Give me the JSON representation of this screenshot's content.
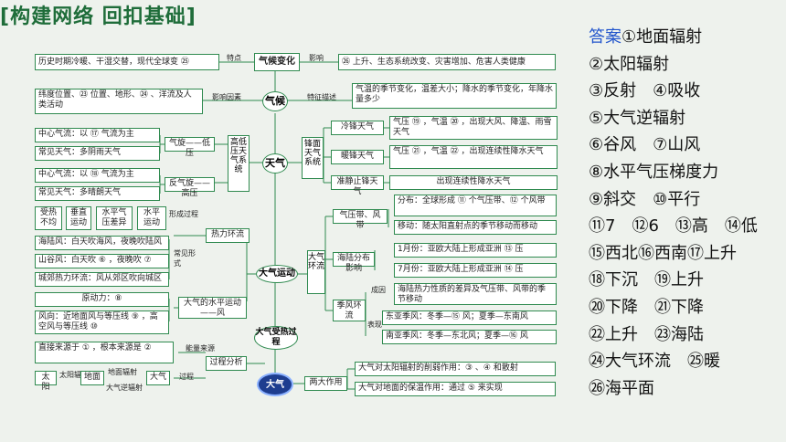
{
  "title": "构建网络 回扣基础",
  "title_bracket_left": "[",
  "title_bracket_right": "]",
  "center": "大气",
  "hubs": {
    "climate": "气候",
    "weather": "天气",
    "circulation": "大气运动",
    "heating": "大气受热过程"
  },
  "climate_change": {
    "title": "气候变化",
    "left": "历史时期冷暖、干湿交替，现代全球变 ㉕",
    "left_label": "特点",
    "right_label": "影响",
    "right": "㉖ 上升、生态系统改变、灾害增加、危害人类健康"
  },
  "climate_factors": {
    "left": "纬度位置、㉓ 位置、地形、㉔ 、洋流及人类活动",
    "left_label": "影响因素",
    "right_label": "特征描述",
    "right": "气温的季节变化，温差大小；降水的季节变化，年降水量多少"
  },
  "weather": {
    "pressure_system": "高低压天气系统",
    "cyclone": "气旋——低压",
    "anticyclone": "反气旋——高压",
    "c1": "中心气流：以 ⑰ 气流为主",
    "c2": "常见天气：多阴雨天气",
    "c3": "中心气流：以 ⑱ 气流为主",
    "c4": "常见天气：多晴朗天气",
    "front_system": "锋面天气系统",
    "cold": "冷锋天气",
    "cold_desc": "气压 ⑲ ，气温 ⑳ ，出现大风、降温、雨雪天气",
    "warm": "暖锋天气",
    "warm_desc": "气压 ㉑ ，气温 ㉒ ，出现连续性降水天气",
    "stationary": "准静止锋天气",
    "stationary_desc": "出现连续性降水天气"
  },
  "circulation": {
    "thermal": "热力环流",
    "formation": "形成过程",
    "common": "常见形式",
    "chain": [
      "受热不均",
      "垂直运动",
      "水平气压差异",
      "水平运动"
    ],
    "f1": "海陆风：白天吹海风，夜晚吹陆风",
    "f2": "山谷风：白天吹 ⑥ ，夜晚吹 ⑦",
    "f3": "城郊热力环流：风从郊区吹向城区",
    "horizontal": "大气的水平运动——风",
    "force": "原动力：⑧",
    "wind": "风向：近地面风与等压线 ⑨ ，高空风与等压线 ⑩",
    "general": "大气环流",
    "belts": "气压带、风带",
    "belt_desc1": "分布：全球形成 ⑪ 个气压带、⑫ 个风带",
    "belt_desc2": "移动：随太阳直射点的季节移动而移动",
    "sea_land": "海陆分布影响",
    "jan": "1月份：亚欧大陆上形成亚洲 ⑬ 压",
    "jul": "7月份：亚欧大陆上形成亚洲 ⑭ 压",
    "monsoon": "季风环流",
    "cause": "成因",
    "cause_desc": "海陆热力性质的差异及气压带、风带的季节移动",
    "perf": "表现",
    "east": "东亚季风：冬季—⑮ 风；夏季—东南风",
    "south": "南亚季风：冬季—东北风；夏季—⑯ 风"
  },
  "heating": {
    "process": "过程分析",
    "energy": "能量来源",
    "direct": "直接来源于 ① ，根本来源是 ②",
    "process_label": "过程",
    "sun": "太阳",
    "sun_rad": "太阳辐射",
    "ground": "地面",
    "ground_rad": "地面辐射",
    "atm": "大气",
    "back_rad": "大气逆辐射",
    "two": "两大作用",
    "weaken": "大气对太阳辐射的削弱作用：③ 、④ 和散射",
    "keep": "大气对地面的保温作用：通过 ⑤ 来实现"
  },
  "answers": {
    "head": "答案",
    "lines": [
      "①地面辐射",
      "②太阳辐射",
      "③反射　④吸收",
      "⑤大气逆辐射",
      "⑥谷风　⑦山风",
      "⑧水平气压梯度力",
      "⑨斜交　⑩平行",
      "⑪7　⑫6　⑬高　⑭低",
      "⑮西北⑯西南⑰上升",
      "⑱下沉　⑲上升",
      "⑳下降　㉑下降",
      "㉒上升　㉓海陆",
      "㉔大气环流　㉕暖",
      "㉖海平面"
    ]
  },
  "colors": {
    "accent": "#2f8a4f",
    "title": "#1f6d3a",
    "answer_head": "#2255cc",
    "center": "#1e3d8f"
  }
}
